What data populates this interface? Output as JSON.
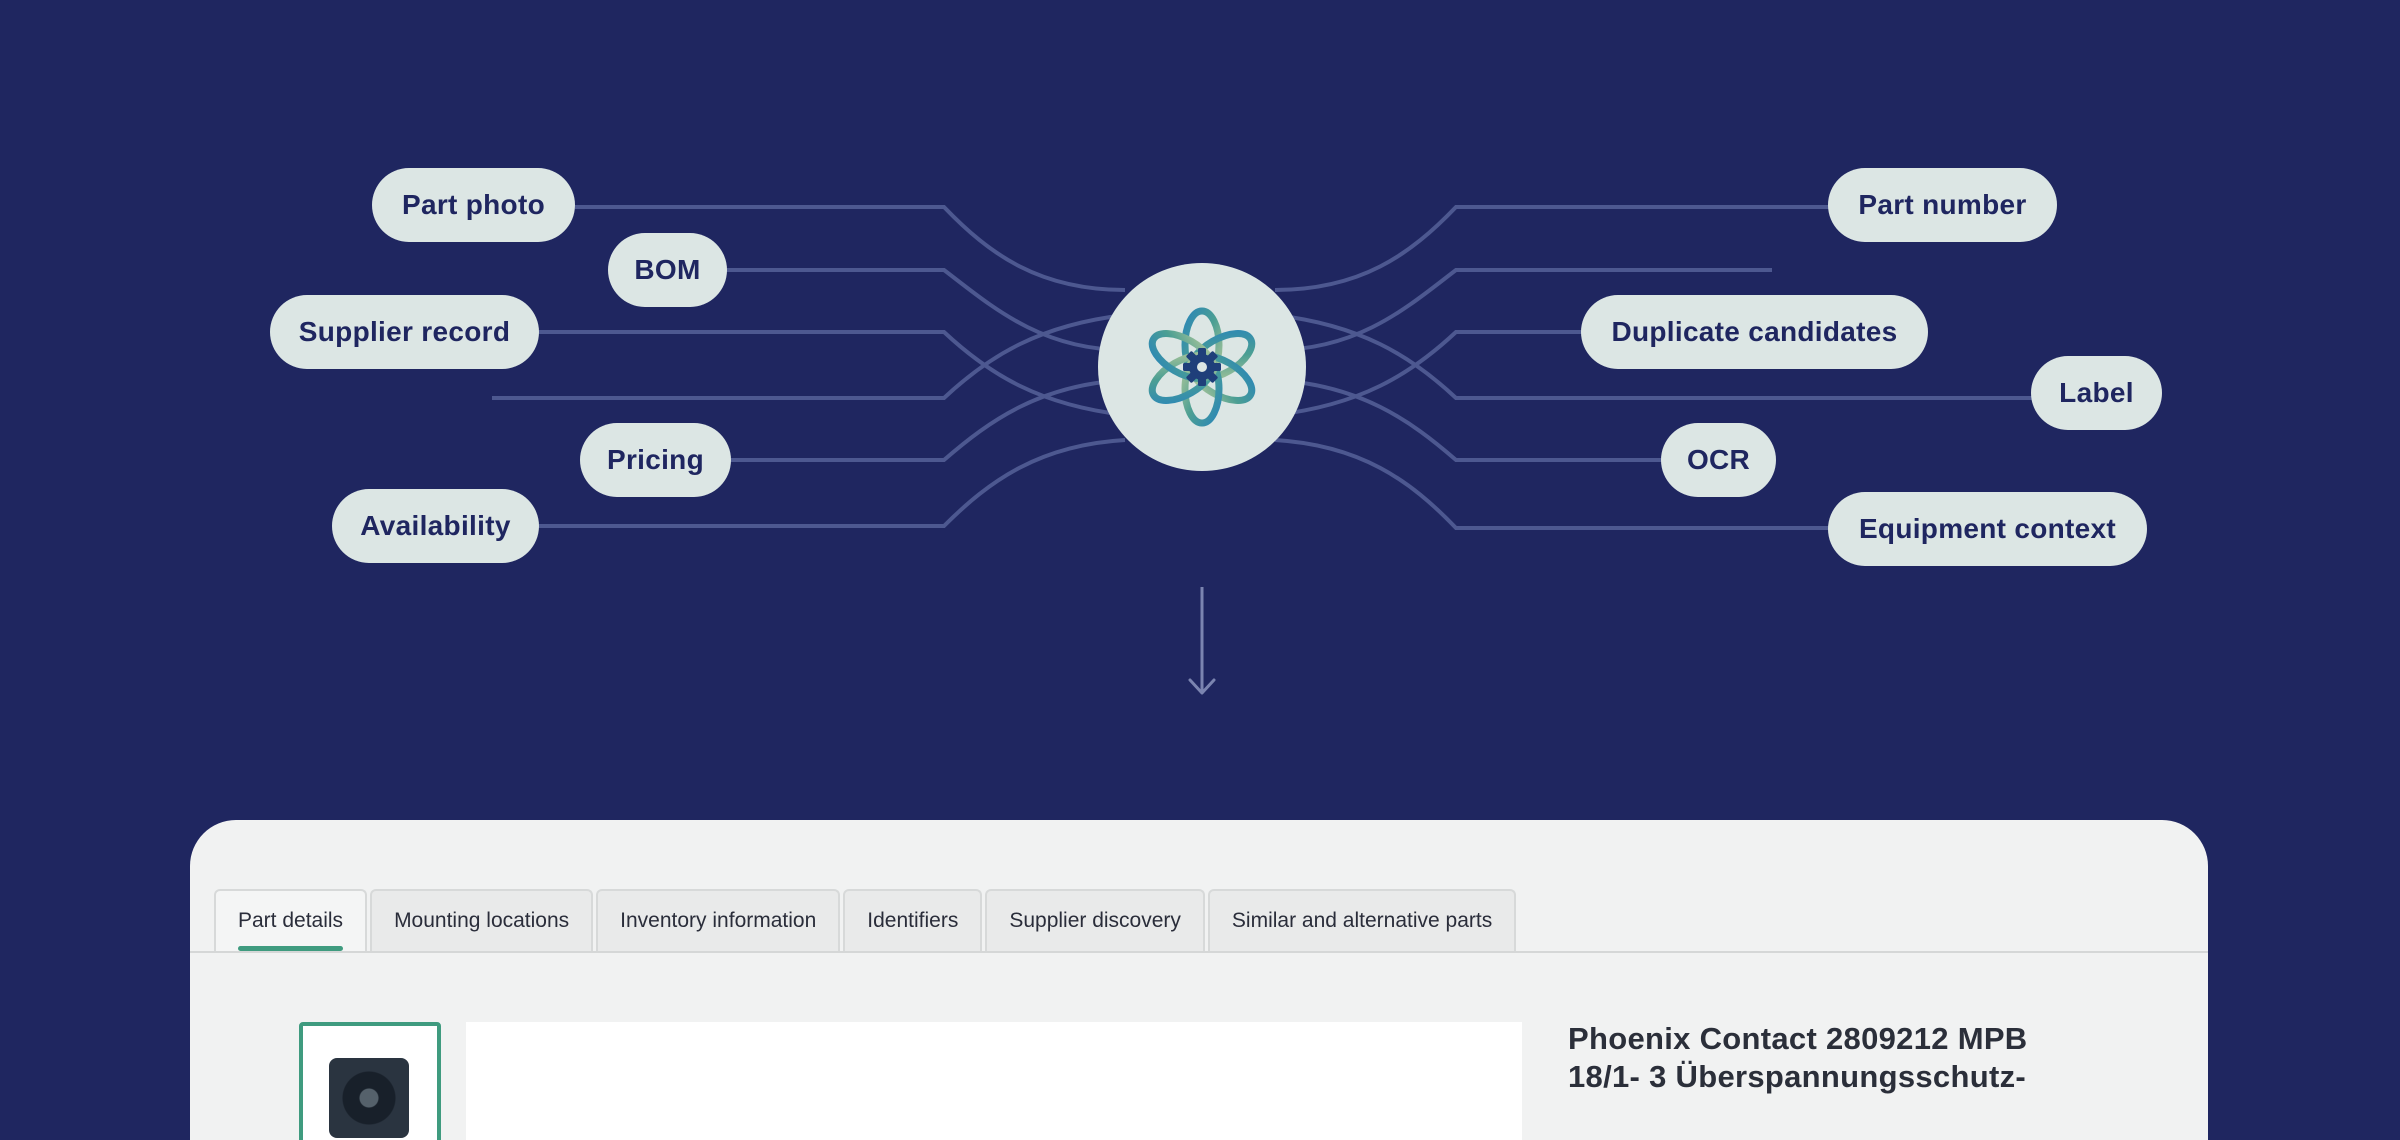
{
  "colors": {
    "background": "#1f2660",
    "connector": "#4d5890",
    "pill": "#dce6e4",
    "navy": "#1f2660",
    "accent": "#3f9b7f"
  },
  "inputs_left": [
    {
      "label": "Part photo"
    },
    {
      "label": "BOM"
    },
    {
      "label": "Supplier record"
    },
    {
      "label": "Pricing"
    },
    {
      "label": "Availability"
    }
  ],
  "outputs_right": [
    {
      "label": "Part number"
    },
    {
      "label": "Duplicate candidates"
    },
    {
      "label": "Label"
    },
    {
      "label": "OCR"
    },
    {
      "label": "Equipment context"
    }
  ],
  "hub": {
    "icon": "interlaced-knot-gear-logo"
  },
  "flow": {
    "icon": "arrow-down-icon"
  },
  "panel": {
    "tabs": [
      {
        "label": "Part details",
        "active": true
      },
      {
        "label": "Mounting locations",
        "active": false
      },
      {
        "label": "Inventory information",
        "active": false
      },
      {
        "label": "Identifiers",
        "active": false
      },
      {
        "label": "Supplier discovery",
        "active": false
      },
      {
        "label": "Similar and alternative parts",
        "active": false
      }
    ],
    "product": {
      "title": "Phoenix Contact 2809212 MPB 18/1- 3 Überspannungsschutz-"
    }
  }
}
